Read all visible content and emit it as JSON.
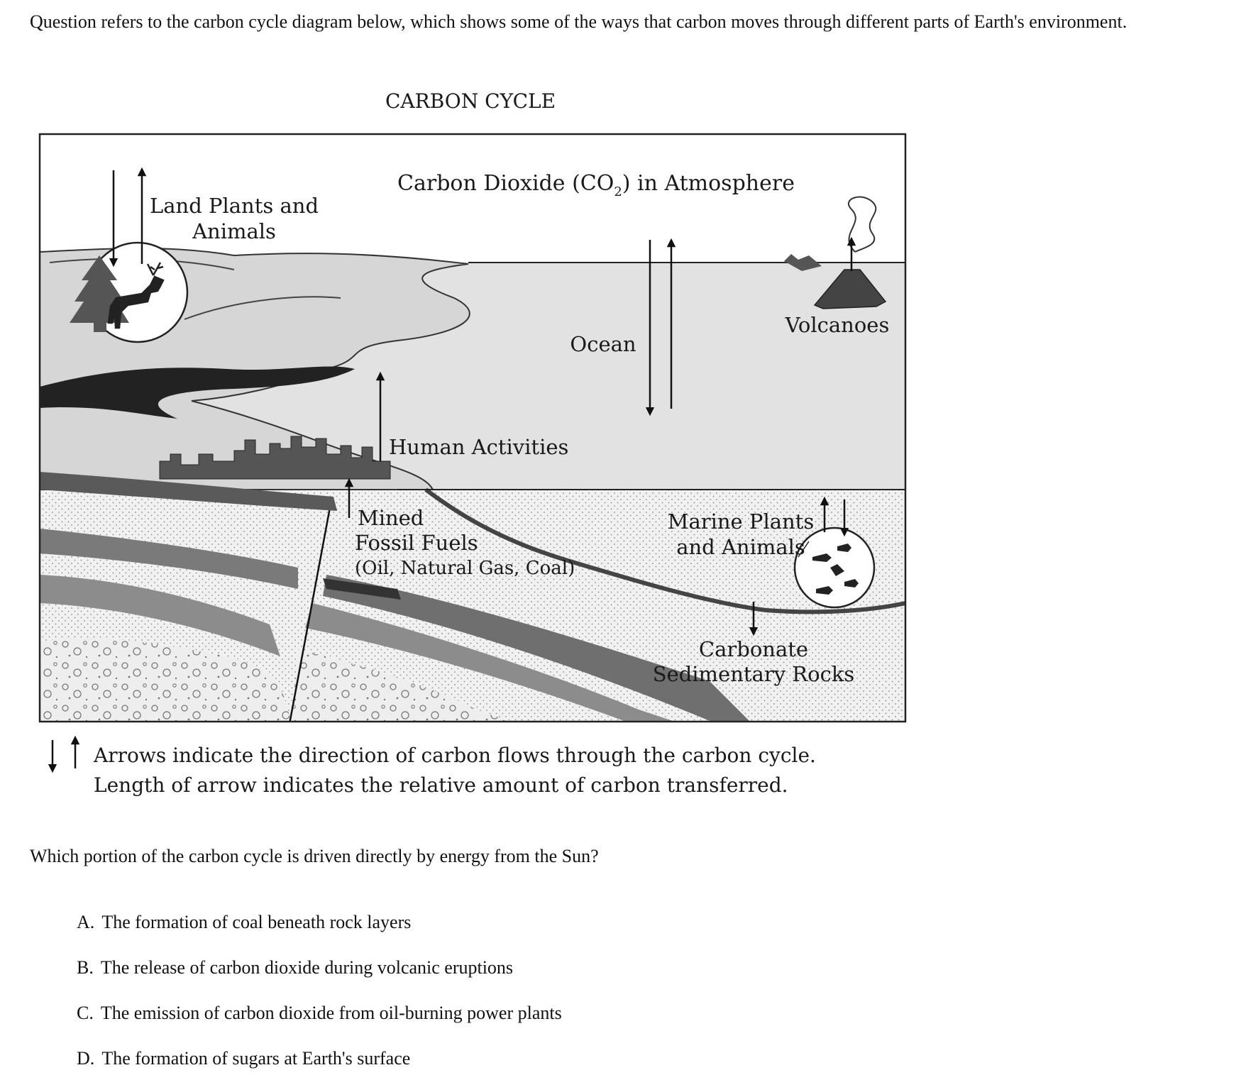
{
  "intro": "Question refers to the carbon cycle diagram below, which shows some of the ways that carbon moves through different parts of Earth's environment.",
  "diagram": {
    "title": "CARBON CYCLE",
    "atmosphere_label_pre": "Carbon Dioxide (CO",
    "atmosphere_label_sub": "2",
    "atmosphere_label_post": ") in Atmosphere",
    "land_label_1": "Land Plants and",
    "land_label_2": "Animals",
    "ocean_label": "Ocean",
    "volcano_label": "Volcanoes",
    "human_label": "Human Activities",
    "fossil_label_1": "Mined",
    "fossil_label_2": "Fossil Fuels",
    "fossil_label_3": "(Oil, Natural Gas, Coal)",
    "marine_label_1": "Marine Plants",
    "marine_label_2": "and Animals",
    "carbonate_label_1": "Carbonate",
    "carbonate_label_2": "Sedimentary Rocks",
    "legend_line_1": "Arrows indicate the direction of carbon flows through the carbon cycle.",
    "legend_line_2": "Length of arrow indicates the relative amount of carbon transferred."
  },
  "question": "Which portion of the carbon cycle is driven directly by energy from the Sun?",
  "choices": [
    {
      "letter": "A.",
      "text": "The formation of coal beneath rock layers"
    },
    {
      "letter": "B.",
      "text": "The release of carbon dioxide during volcanic eruptions"
    },
    {
      "letter": "C.",
      "text": "The emission of carbon dioxide from oil-burning power plants"
    },
    {
      "letter": "D.",
      "text": "The formation of sugars at Earth's surface"
    }
  ]
}
